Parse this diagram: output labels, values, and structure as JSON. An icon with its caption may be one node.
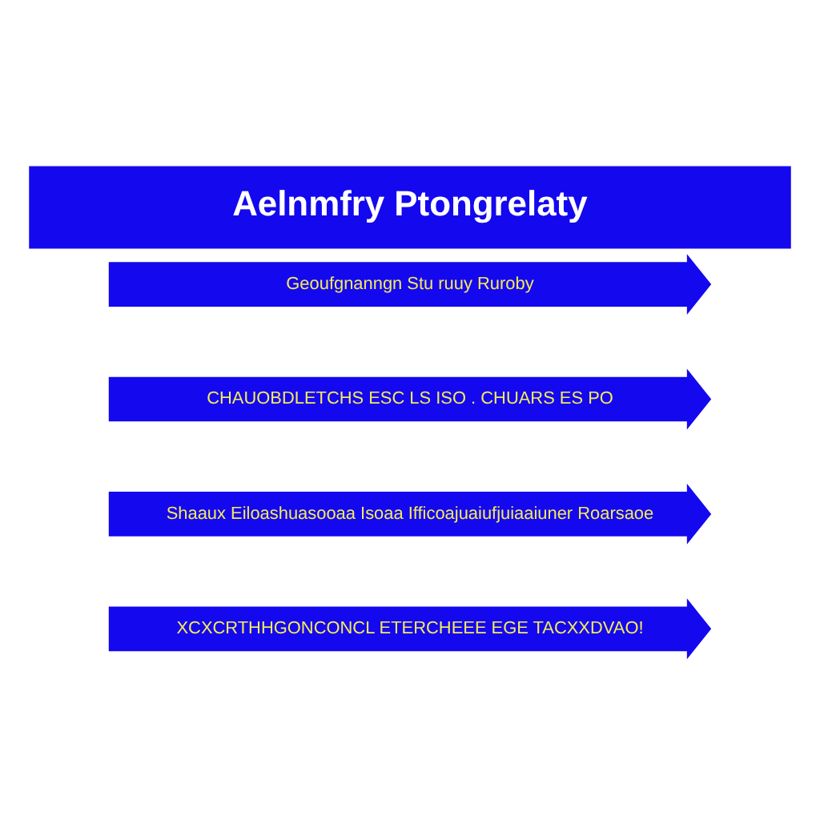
{
  "diagram": {
    "title": "Aelnmfry Ptongrelaty",
    "nodes": [
      {
        "text": [
          "Geoufgnanngn Stu ruuy Ruroby"
        ]
      },
      {
        "text": [
          "CHAUOBDLETCHS ESC LS ISO . CHUARS ES PO"
        ]
      },
      {
        "text": [
          "Shaaux Eiloashuasooaa Isoaa Ifficoajuaiufjuiaaiuner Roarsaoe"
        ]
      },
      {
        "text": [
          "XCXCRTHHGONCONCL ETERCHEEE EGE TACXXDVAO!"
        ]
      }
    ]
  }
}
